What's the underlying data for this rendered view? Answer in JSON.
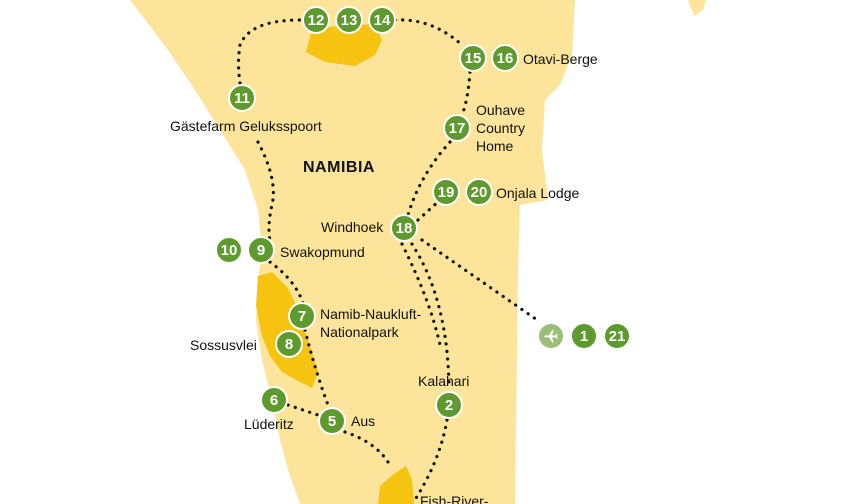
{
  "map": {
    "country_label": "NAMIBIA",
    "colors": {
      "land": "#fce59a",
      "park": "#f7c311",
      "route": "#111111",
      "marker": "#5e9a2e",
      "airport_marker": "#9bbe78"
    },
    "markers": {
      "m12": "12",
      "m13": "13",
      "m14": "14",
      "m15": "15",
      "m16": "16",
      "m11": "11",
      "m17": "17",
      "m19": "19",
      "m20": "20",
      "m18": "18",
      "m10": "10",
      "m9": "9",
      "m7": "7",
      "m8": "8",
      "m1": "1",
      "m21": "21",
      "m6": "6",
      "m5": "5",
      "m2": "2",
      "airport_icon": "airplane-icon"
    },
    "labels": {
      "otavi": "Otavi-Berge",
      "gaestefarm": "Gästefarm Geluksspoort",
      "ouhave_l1": "Ouhave",
      "ouhave_l2": "Country",
      "ouhave_l3": "Home",
      "onjala": "Onjala Lodge",
      "windhoek": "Windhoek",
      "swakopmund": "Swakopmund",
      "namib_l1": "Namib-Naukluft-",
      "namib_l2": "Nationalpark",
      "sossusvlei": "Sossusvlei",
      "kalahari": "Kalahari",
      "luederitz": "Lüderitz",
      "aus": "Aus",
      "fishriver": "Fish-River-"
    }
  }
}
